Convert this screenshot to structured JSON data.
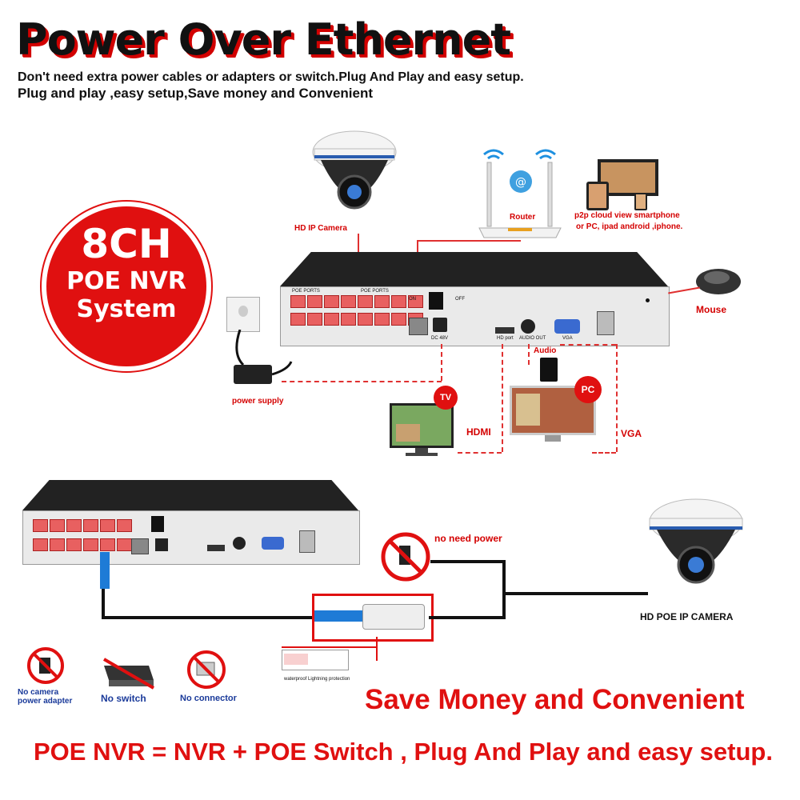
{
  "header": {
    "title": "Power Over Ethernet",
    "subtitle_1": "Don't need extra power cables or adapters or switch.Plug And Play and easy setup.",
    "subtitle_2": "Plug and play ,easy setup,Save money and Convenient"
  },
  "badge": {
    "line1": "8CH",
    "line2": "POE NVR",
    "line3": "System"
  },
  "top_diagram": {
    "camera_label": "HD IP Camera",
    "router_label": "Router",
    "cloud_label_1": "p2p cloud  view smartphone",
    "cloud_label_2": "or PC, ipad android ,iphone.",
    "mouse_label": "Mouse",
    "power_label": "power supply",
    "audio_label": "Audio",
    "hdmi_label": "HDMI",
    "vga_label": "VGA",
    "tv_badge": "TV",
    "pc_badge": "PC",
    "poe_ports_1": "POE PORTS",
    "poe_ports_2": "POE PORTS",
    "on_label": "ON",
    "off_label": "OFF",
    "dc_label": "DC 48V",
    "hd_port": "HD port",
    "audio_out": "AUDIO OUT",
    "vga_port": "VGA"
  },
  "bottom_diagram": {
    "no_need_power": "no need power",
    "camera_label": "HD POE IP CAMERA",
    "waterproof": "waterproof Lightning protection",
    "no_adapter_1": "No camera",
    "no_adapter_2": "power adapter",
    "no_switch": "No switch",
    "no_connector": "No connector"
  },
  "footer": {
    "save_money": "Save Money and Convenient",
    "equation": "POE NVR = NVR + POE Switch , Plug And Play and easy setup."
  },
  "colors": {
    "accent_red": "#e01010",
    "port_red": "#e86060",
    "cable_blue": "#1e7bd6"
  }
}
